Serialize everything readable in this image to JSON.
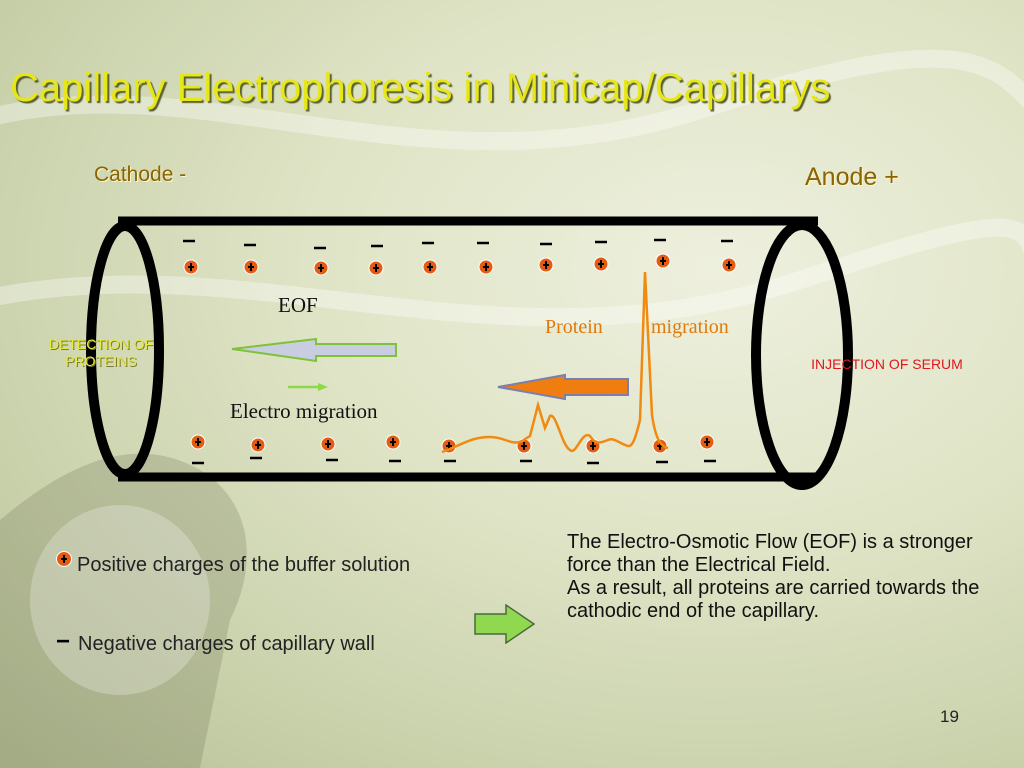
{
  "slide": {
    "title": "Capillary Electrophoresis in Minicap/Capillarys",
    "page_number": "19"
  },
  "diagram": {
    "cathode_label": "Cathode -",
    "anode_label": "Anode +",
    "detection_label": "DETECTION OF PROTEINS",
    "injection_label": "INJECTION OF SERUM",
    "eof_label": "EOF",
    "protein_label": "Protein",
    "migration_label": "migration",
    "electro_migration_label": "Electro migration"
  },
  "legend": {
    "positive_label": "Positive charges of the buffer solution",
    "negative_symbol": "−",
    "negative_label": "Negative charges of capillary wall"
  },
  "explanation": {
    "line1": "The Electro-Osmotic Flow (EOF) is a stronger force than the Electrical Field.",
    "line2": "As a result, all proteins are carried towards the cathodic end of the capillary."
  },
  "colors": {
    "title": "#e6e61a",
    "charge_dot": "#e45b12",
    "protein_arrow": "#f07d10",
    "eof_arrow_fill": "#c8cde0",
    "eof_arrow_stroke": "#7ec23a",
    "result_arrow": "#8fd850",
    "injection_text": "#e3161e"
  }
}
